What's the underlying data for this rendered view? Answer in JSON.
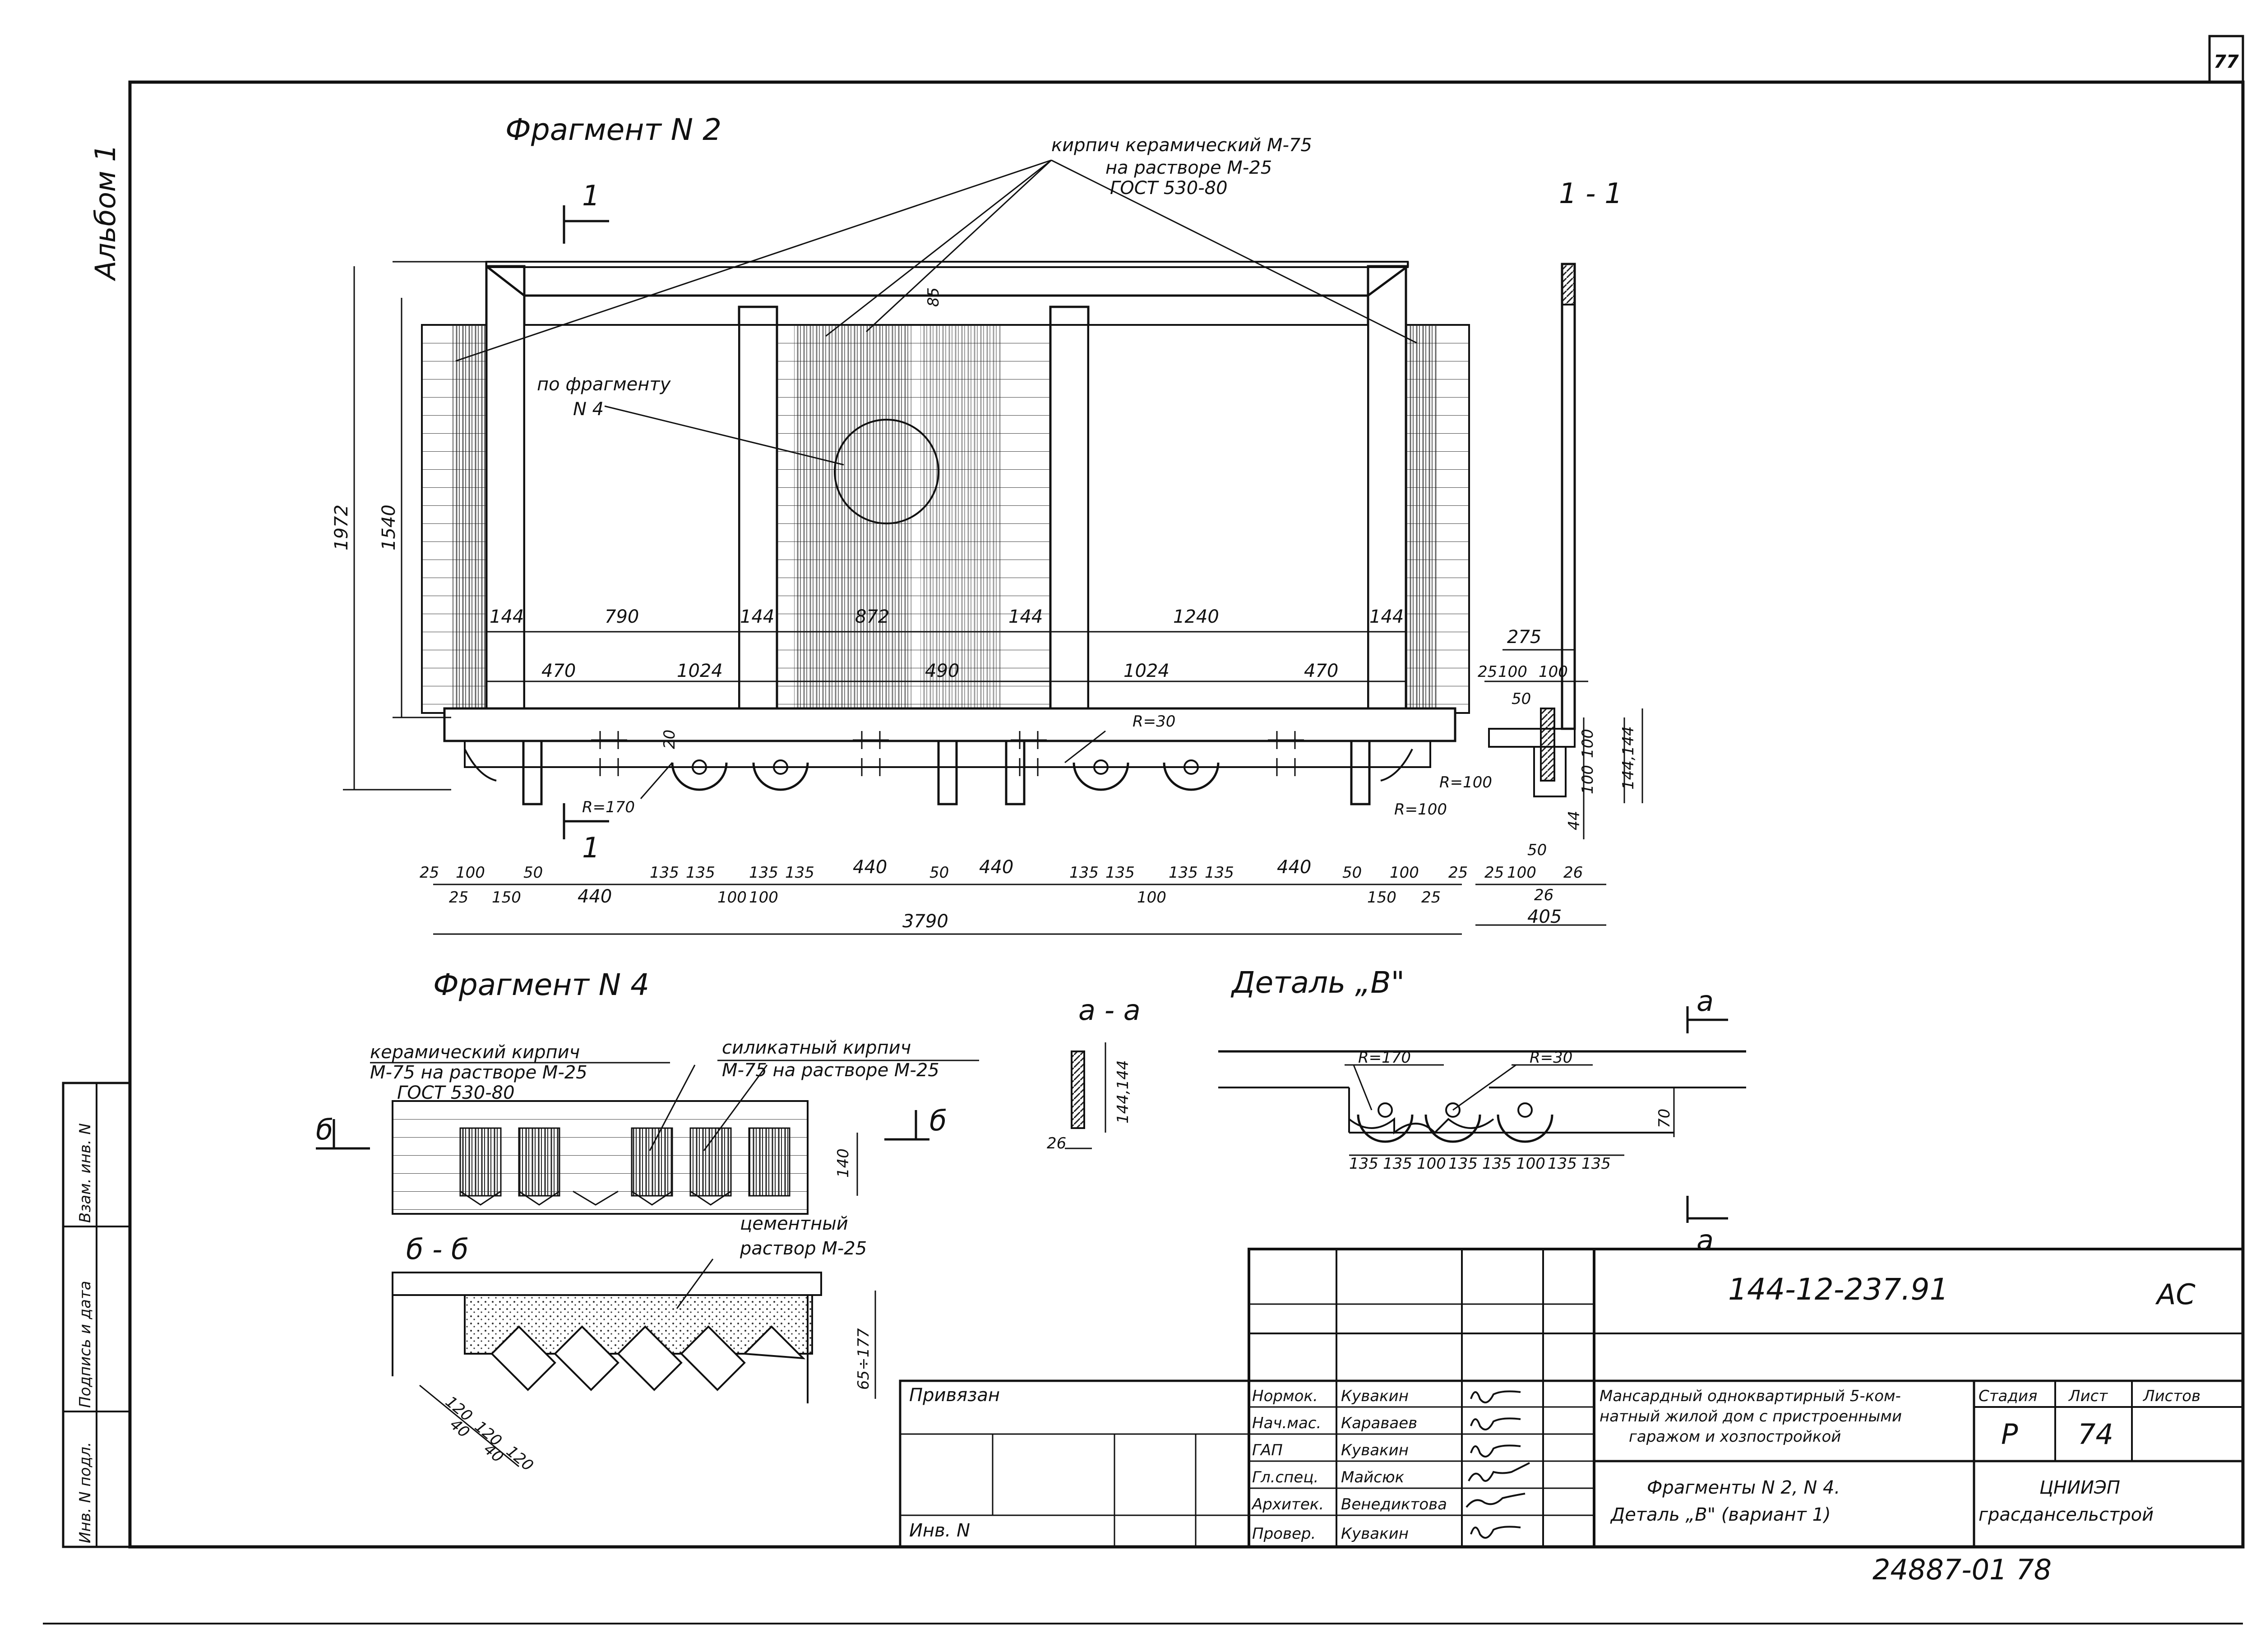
{
  "sheet": {
    "page_number": "77",
    "album": "Альбом 1",
    "bottom_number": "24887-01   78"
  },
  "left_stamp": {
    "col1": "Инв. N подл.",
    "col2": "Подпись и дата",
    "col3": "Взам. инв. N"
  },
  "fragment2": {
    "title": "Фрагмент  N 2",
    "brick_label_line1": "кирпич  керамический  М-75",
    "brick_label_line2": "на  растворе  М-25",
    "brick_label_line3": "ГОСТ  530-80",
    "ref_label_line1": "по фрагменту",
    "ref_label_line2": "N 4",
    "dim_vertical": [
      "1972",
      "1540"
    ],
    "dim_85": "85",
    "dims_top": [
      "144",
      "790",
      "144",
      "872",
      "144",
      "1240",
      "144"
    ],
    "dims_mid": [
      "470",
      "1024",
      "490",
      "1024",
      "470"
    ],
    "dim_20": "20",
    "radius_labels": [
      "R=30",
      "R=170",
      "R=100",
      "R=100"
    ],
    "dims_chain_top": [
      "25",
      "100",
      "50",
      "135",
      "135",
      "135",
      "135",
      "440",
      "50",
      "440",
      "135",
      "135",
      "135",
      "135",
      "440",
      "50",
      "100",
      "25"
    ],
    "dims_chain_bottom": [
      "25",
      "150",
      "440",
      "100",
      "100",
      "100",
      "150",
      "25"
    ],
    "total": "3790",
    "section_mark": "1"
  },
  "section11": {
    "title": "1 - 1",
    "dims_top": [
      "275",
      "25",
      "100",
      "100",
      "50"
    ],
    "dims_vert": [
      "100",
      "100",
      "144,144",
      "44"
    ],
    "dims_bottom": [
      "50",
      "25",
      "100",
      "26",
      "26",
      "405"
    ]
  },
  "fragment4": {
    "title": "Фрагмент  N 4",
    "ceramic_line1": "керамический  кирпич",
    "ceramic_line2": "М-75  на  растворе  М-25",
    "ceramic_line3": "ГОСТ  530-80",
    "silicate_line1": "силикатный  кирпич",
    "silicate_line2": "М-75  на  растворе  М-25",
    "mark_b": "б",
    "dim_140": "140",
    "cement_line1": "цементный",
    "cement_line2": "раствор  М-25",
    "section_bb": "б - б",
    "dims_bb": [
      "120",
      "40",
      "120",
      "40",
      "120"
    ],
    "dim_vert_bb": "65÷177"
  },
  "section_aa": {
    "title": "а - а",
    "dim_vert": "144,144",
    "dim_26": "26"
  },
  "detail_b": {
    "title": "Деталь  „В\"",
    "mark_a": "а",
    "r170": "R=170",
    "r30": "R=30",
    "dim_70": "70",
    "dims": [
      "135",
      "135",
      "100",
      "135",
      "135",
      "100",
      "135",
      "135"
    ]
  },
  "title_block": {
    "code": "144-12-237.91",
    "mark": "АС",
    "tied": "Привязан",
    "inv": "Инв. N",
    "roles": [
      "Нормок.",
      "Нач.мас.",
      "ГАП",
      "Гл.спец.",
      "Архитек.",
      "Провер."
    ],
    "names": [
      "Кувакин",
      "Караваев",
      "Кувакин",
      "Майсюк",
      "Венедиктова",
      "Кувакин"
    ],
    "project_line1": "Мансардный одноквартирный 5-ком-",
    "project_line2": "натный жилой дом с пристроенными",
    "project_line3": "гаражом  и хозпостройкой",
    "sheet_title_line1": "Фрагменты  N 2, N 4.",
    "sheet_title_line2": "Деталь „В\"  (вариант 1)",
    "stage_header": "Стадия",
    "sheet_header": "Лист",
    "sheets_header": "Листов",
    "stage": "Р",
    "sheet": "74",
    "org_line1": "ЦНИИЭП",
    "org_line2": "грасдансельстрой"
  }
}
